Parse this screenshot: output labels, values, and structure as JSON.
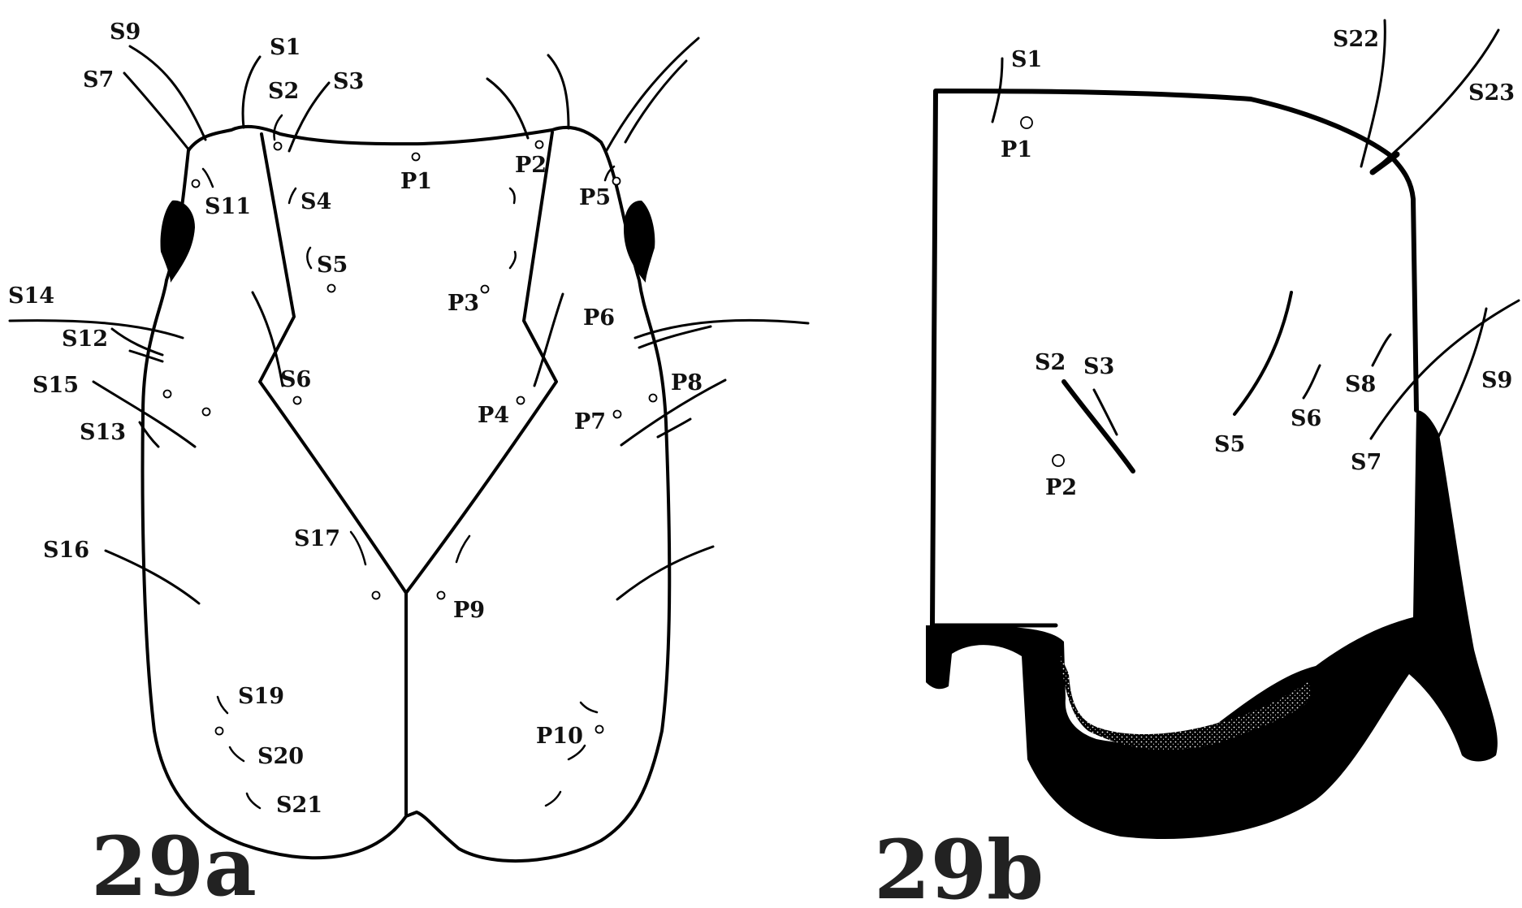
{
  "figure_a": {
    "label": "29a",
    "setae": [
      "S1",
      "S2",
      "S3",
      "S4",
      "S5",
      "S6",
      "S7",
      "S9",
      "S11",
      "S12",
      "S13",
      "S14",
      "S15",
      "S16",
      "S17",
      "S19",
      "S20",
      "S21"
    ],
    "pores": [
      "P1",
      "P2",
      "P3",
      "P4",
      "P5",
      "P6",
      "P7",
      "P8",
      "P9",
      "P10"
    ]
  },
  "figure_b": {
    "label": "29b",
    "setae": [
      "S1",
      "S2",
      "S3",
      "S5",
      "S6",
      "S7",
      "S8",
      "S9",
      "S22",
      "S23"
    ],
    "pores": [
      "P1",
      "P2"
    ]
  },
  "colors": {
    "ink": "#000000",
    "background": "#ffffff"
  }
}
